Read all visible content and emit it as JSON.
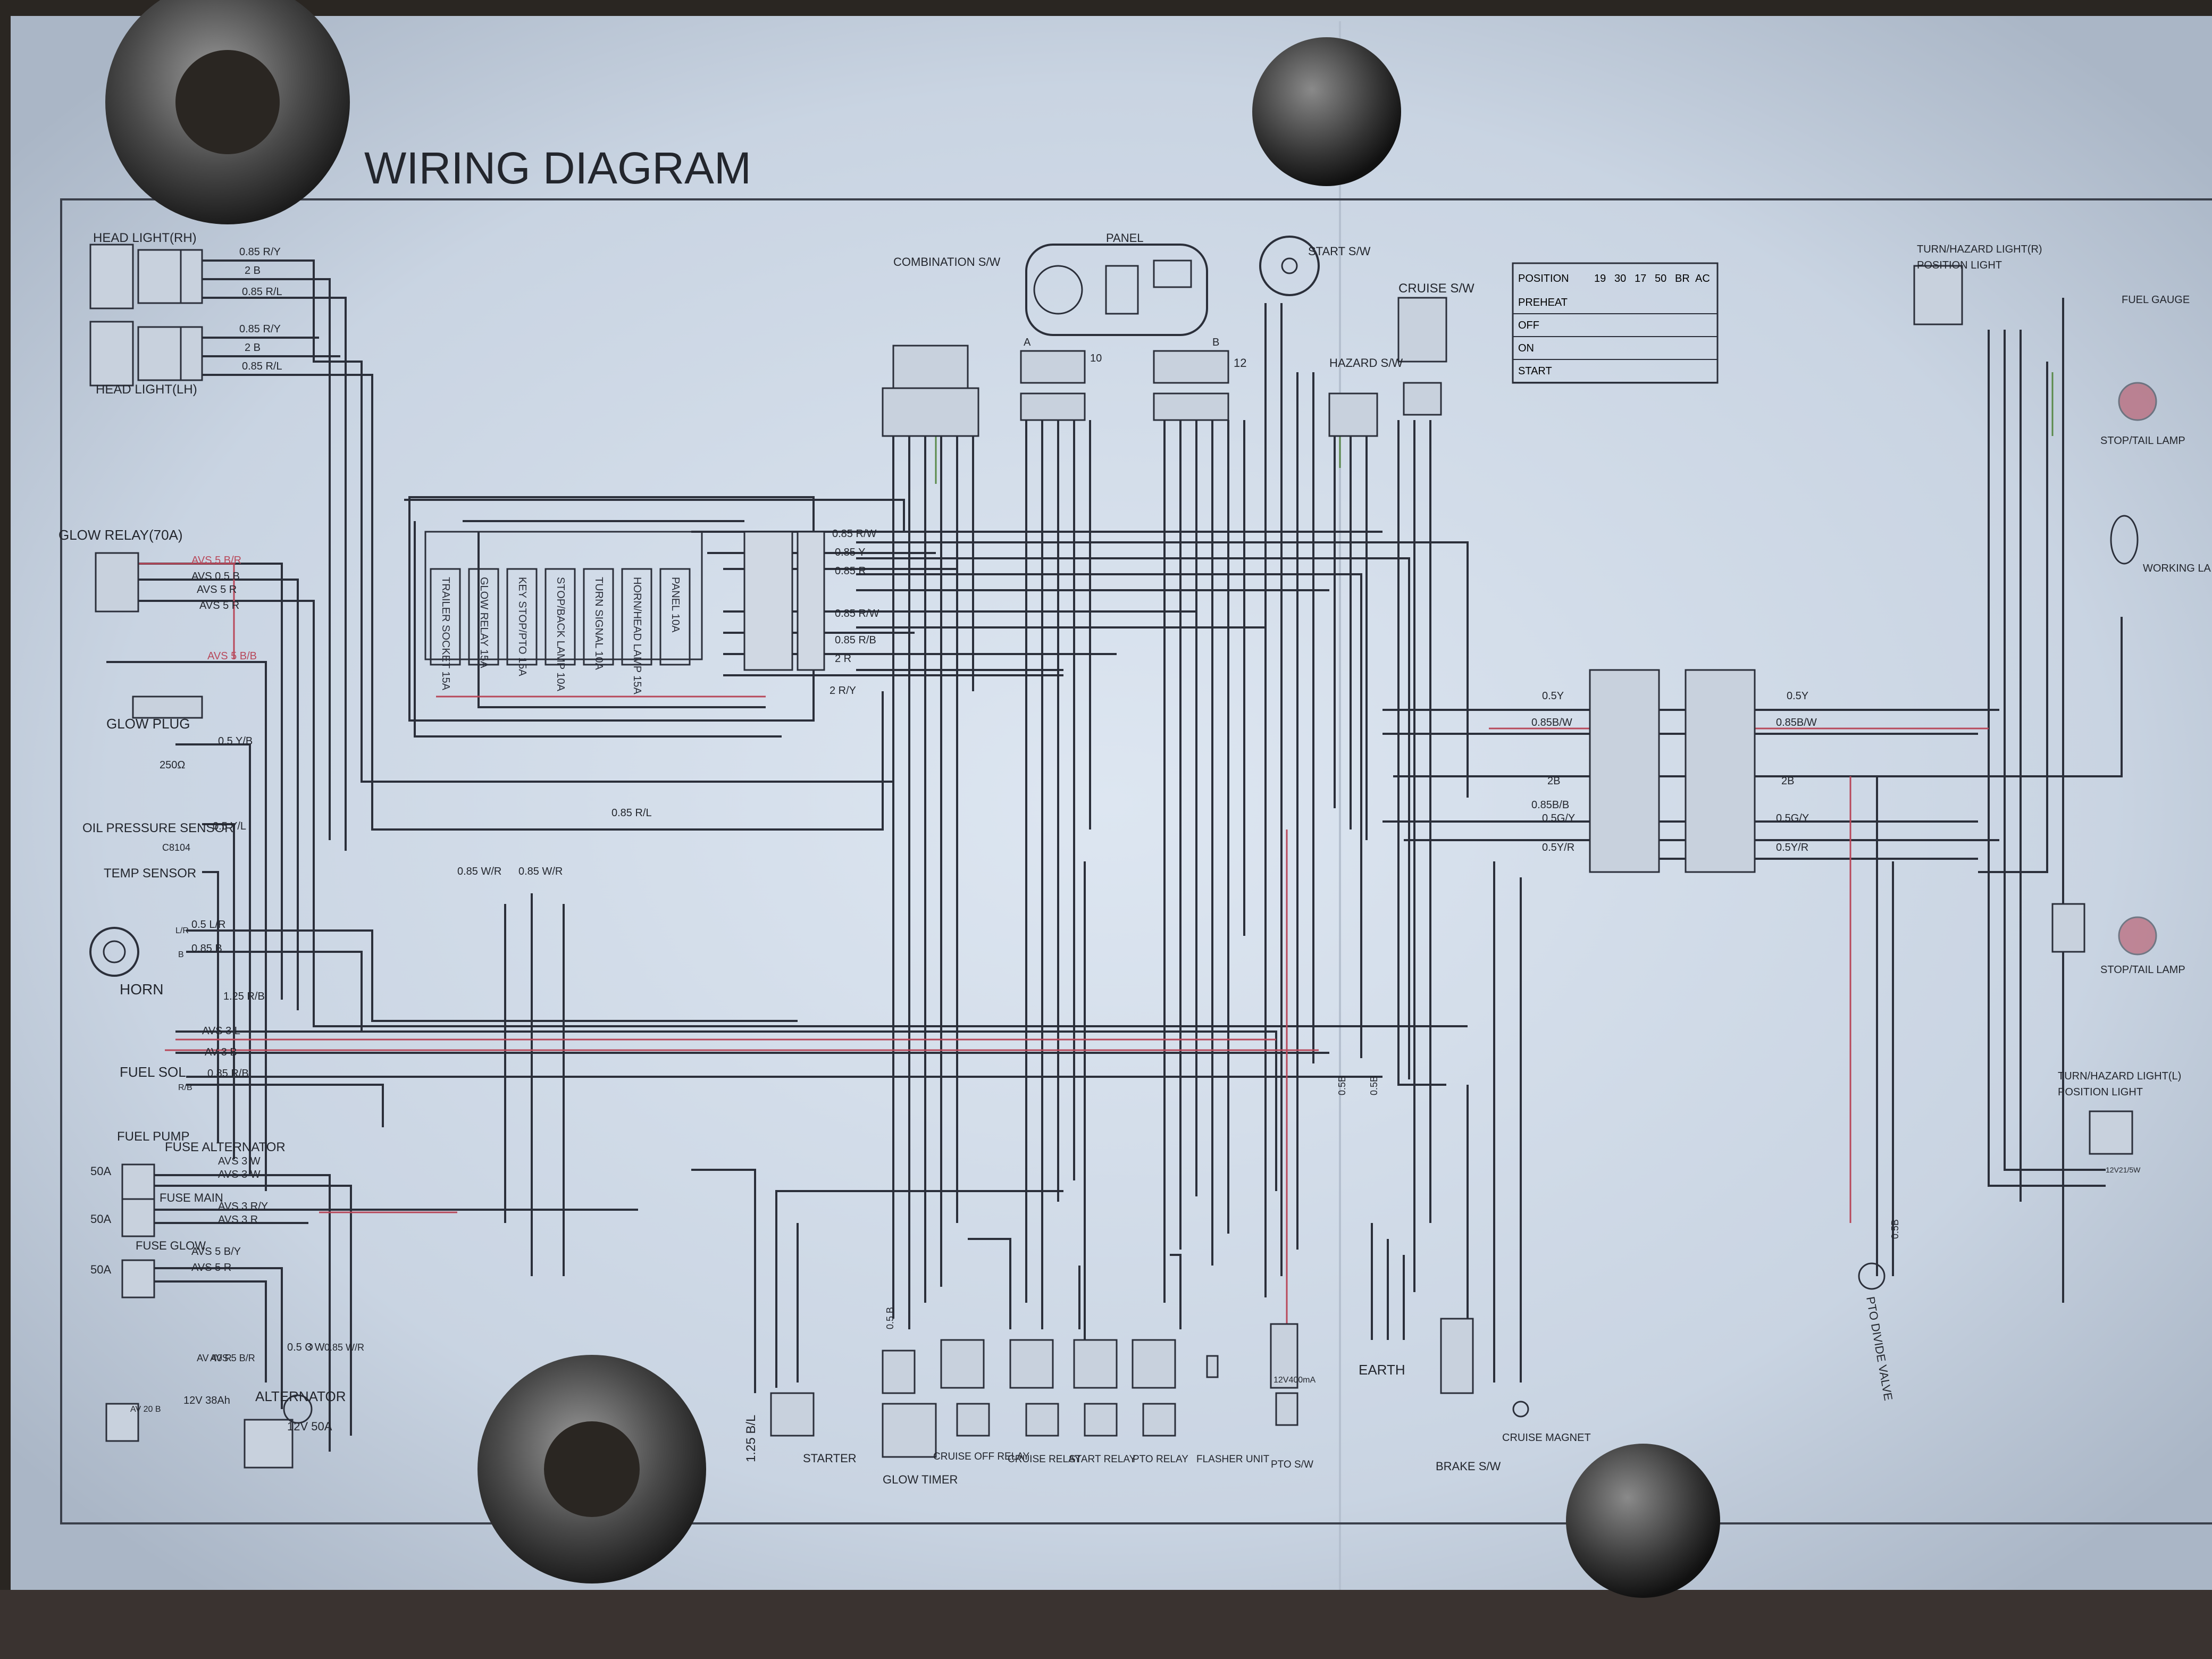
{
  "title": "WIRING DIAGRAM",
  "colors": {
    "paper": "#cfd9e6",
    "wire": "#2b2f3a",
    "red": "#b8485a",
    "green": "#5a8a4a",
    "border": "#3a3f4a"
  },
  "components": {
    "head_light_rh": "HEAD LIGHT(RH)",
    "head_light_lh": "HEAD LIGHT(LH)",
    "glow_relay": "GLOW RELAY(70A)",
    "glow_plug": "GLOW PLUG",
    "oil_pressure_sensor": "OIL PRESSURE SENSOR",
    "temp_sensor": "TEMP SENSOR",
    "horn": "HORN",
    "fuel_sol": "FUEL SOL",
    "fuel_pump": "FUEL PUMP",
    "fuse_alternator": "FUSE ALTERNATOR",
    "fuse_main": "FUSE MAIN",
    "fuse_glow": "FUSE GLOW",
    "alternator": "ALTERNATOR",
    "starter": "STARTER",
    "glow_timer": "GLOW TIMER",
    "cruise_off_relay": "CRUISE OFF RELAY",
    "cruise_relay": "CRUISE RELAY",
    "start_relay": "START RELAY",
    "pto_relay": "PTO RELAY",
    "flasher_unit": "FLASHER UNIT",
    "pto_sw": "PTO S/W",
    "earth": "EARTH",
    "brake_sw": "BRAKE S/W",
    "cruise_magnet": "CRUISE MAGNET",
    "pto_divide_valve": "PTO DIVIDE VALVE",
    "combination_sw": "COMBINATION S/W",
    "panel": "PANEL",
    "start_sw": "START S/W",
    "cruise_sw": "CRUISE S/W",
    "hazard_sw": "HAZARD S/W",
    "turn_hazard_r": "TURN/HAZARD LIGHT(R)",
    "turn_hazard_l": "TURN/HAZARD LIGHT(L)",
    "position_light": "POSITION LIGHT",
    "fuel_gauge": "FUEL GAUGE",
    "stop_tail_lamp": "STOP/TAIL LAMP",
    "working_lamp": "WORKING LA"
  },
  "fuse_box": [
    "TRAILER SOCKET 15A",
    "GLOW RELAY 15A",
    "KEY STOP/PTO 15A",
    "STOP/BACK LAMP 10A",
    "TURN SIGNAL 10A",
    "HORN/HEAD LAMP 15A",
    "PANEL 10A"
  ],
  "position_table": {
    "header": [
      "POSITION",
      "19",
      "30",
      "17",
      "50",
      "BR",
      "AC"
    ],
    "rows": [
      "PREHEAT",
      "OFF",
      "ON",
      "START"
    ]
  },
  "wire_labels": {
    "w1": "0.85 R/Y",
    "w2": "2 B",
    "w3": "0.85 R/L",
    "w4": "0.85 R/Y",
    "w5": "2 B",
    "w6": "0.85 R/L",
    "w7": "AVS 5 B/R",
    "w8": "AVS 0.5 B",
    "w9": "AVS 5 R",
    "w10": "AVS 5 R",
    "w11": "AVS 5 B/B",
    "w12": "0.5 Y/B",
    "w13": "0.5 Y/L",
    "w14": "0.5 L/R",
    "w15": "0.85 B",
    "w16": "1.25 R/B",
    "w17": "AVS 3 L",
    "w18": "AV 3 B",
    "w19": "0.85 R/B",
    "w20": "AVS 3 W",
    "w21": "AVS 3 W",
    "w22": "AVS 3 R/Y",
    "w23": "AVS 3 R",
    "w24": "AVS 5 B/Y",
    "w25": "AVS 5 R",
    "w26": "0.85 R/L",
    "w27": "0.85 W/R",
    "w28": "0.85 W/R",
    "w29": "2 R/Y",
    "w30": "1.25 B/L",
    "w31": "0.5Y",
    "w32": "0.5Y",
    "w33": "2B",
    "w34": "2B",
    "w35": "0.5B",
    "w36": "0.5B",
    "w37": "0.85B/W",
    "w38": "0.5B",
    "w39": "0.85B/B",
    "w40": "0.5 B",
    "w41": "0.85 R/W",
    "w42": "0.85 R/W",
    "w43": "0.85 R/B",
    "w44": "2 R",
    "w45": "0.85 Y",
    "w46": "0.85 R",
    "w47": "0.85B/W",
    "w48": "0.5G/Y",
    "w49": "0.5Y/R",
    "w50": "0.5G/Y",
    "w51": "0.5Y/R"
  },
  "misc": {
    "ohm250": "250Ω",
    "c8104": "C8104",
    "batt": "12V 38Ah",
    "alt": "12V 50A",
    "fuse50a": "50A",
    "pto_rating": "12V400mA",
    "av20b": "AV 20 B",
    "av40r": "AV 40 R",
    "avs5br": "AVS 5 B/R",
    "d0": "0.5 O",
    "d1": "3 W",
    "d2": "0.85 W/R",
    "conn_a": "A",
    "conn_b": "B",
    "n10": "10",
    "n12": "12",
    "rb": "R/B",
    "lr": "L/R",
    "b": "B",
    "bulb": "12V21/5W"
  },
  "chart_data": {
    "type": "wiring-diagram",
    "title": "WIRING DIAGRAM"
  }
}
